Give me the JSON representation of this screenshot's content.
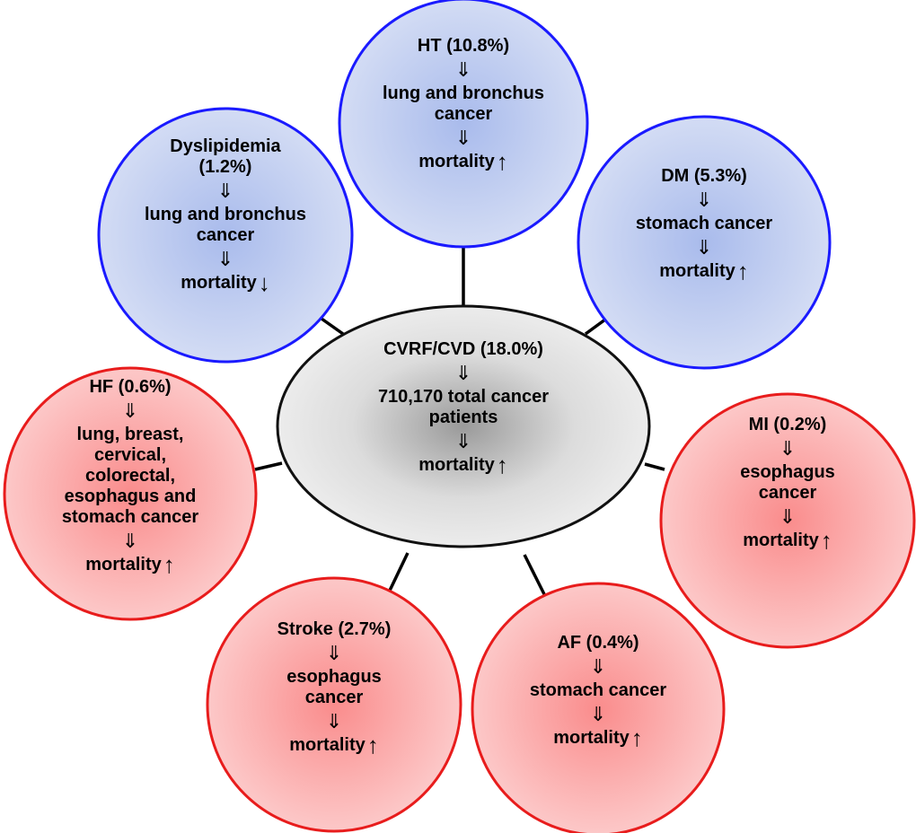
{
  "center": {
    "title": "CVRF/CVD (18.0%)",
    "arrow": "⇓",
    "line": "710,170 total cancer patients",
    "arrow2": "⇓",
    "outcome": "mortality",
    "trend": "↑"
  },
  "nodes": [
    {
      "id": "ht",
      "title": "HT (10.8%)",
      "cancer": "lung and bronchus cancer",
      "outcome": "mortality",
      "trend": "↑",
      "group": "blue"
    },
    {
      "id": "dyslipidemia",
      "title": "Dyslipidemia (1.2%)",
      "cancer": "lung and bronchus cancer",
      "outcome": "mortality",
      "trend": "↓",
      "group": "blue"
    },
    {
      "id": "dm",
      "title": "DM (5.3%)",
      "cancer": "stomach cancer",
      "outcome": "mortality",
      "trend": "↑",
      "group": "blue"
    },
    {
      "id": "hf",
      "title": "HF (0.6%)",
      "cancer": "lung, breast, cervical, colorectal, esophagus and stomach cancer",
      "outcome": "mortality",
      "trend": "↑",
      "group": "red"
    },
    {
      "id": "mi",
      "title": "MI (0.2%)",
      "cancer": "esophagus cancer",
      "outcome": "mortality",
      "trend": "↑",
      "group": "red"
    },
    {
      "id": "stroke",
      "title": "Stroke (2.7%)",
      "cancer": "esophagus cancer",
      "outcome": "mortality",
      "trend": "↑",
      "group": "red"
    },
    {
      "id": "af",
      "title": "AF (0.4%)",
      "cancer": "stomach cancer",
      "outcome": "mortality",
      "trend": "↑",
      "group": "red"
    }
  ],
  "arrow": "⇓",
  "colors": {
    "blue_border": "#1a1aff",
    "red_border": "#e81c1c",
    "blue_fill": "#b8c6ee",
    "red_fill": "#f7a9a9",
    "center_fill": "#d6d6d6"
  }
}
